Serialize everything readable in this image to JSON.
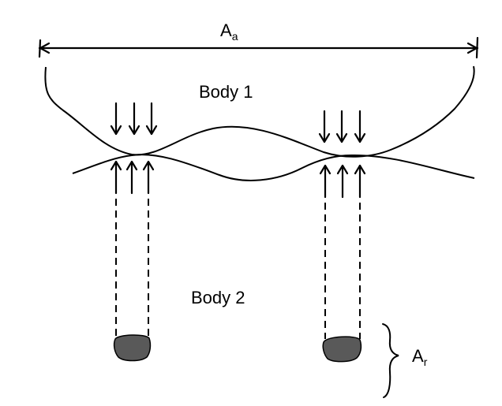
{
  "labels": {
    "apparent_area_main": "A",
    "apparent_area_sub": "a",
    "body_1": "Body 1",
    "body_2": "Body 2",
    "real_area_main": "A",
    "real_area_sub": "r"
  },
  "colors": {
    "ink": "#000000",
    "contact_fill": "#595959",
    "background": "#ffffff"
  }
}
